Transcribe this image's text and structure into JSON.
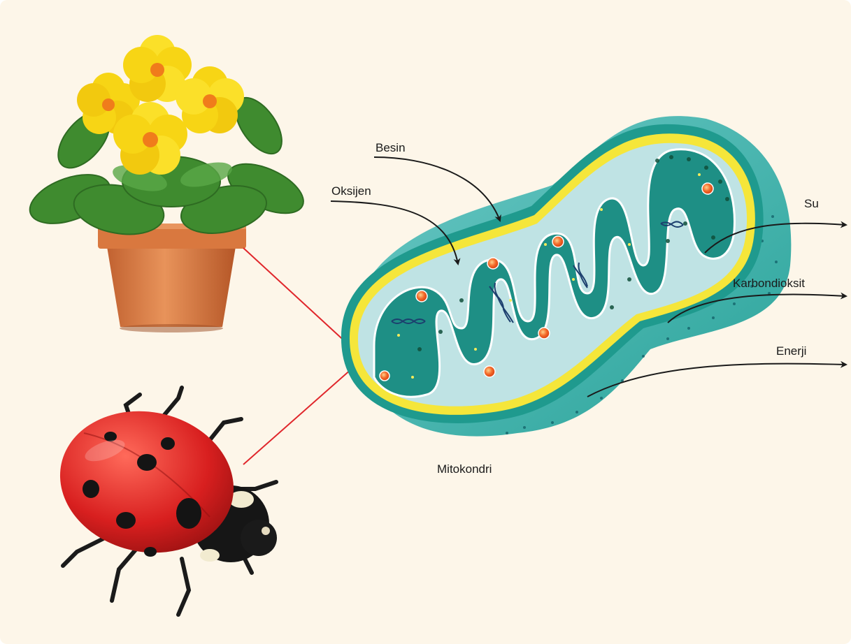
{
  "labels": {
    "inputs": [
      "Besin",
      "Oksijen"
    ],
    "outputs": [
      "Su",
      "Karbondioksit",
      "Enerji"
    ],
    "organelle": "Mitokondri"
  },
  "icons": {
    "plant": "potted-primrose-plant-icon",
    "insect": "ladybug-icon",
    "organelle": "mitochondrion-icon"
  },
  "colors": {
    "background": "#fdf6e9",
    "outer_membrane": "#1f9a8e",
    "yellow_band": "#f5e63a",
    "matrix": "#1e8f85",
    "inner_space": "#bfe3e4",
    "arrow_red": "#e0262b",
    "arrow_black": "#1a1a1a"
  }
}
